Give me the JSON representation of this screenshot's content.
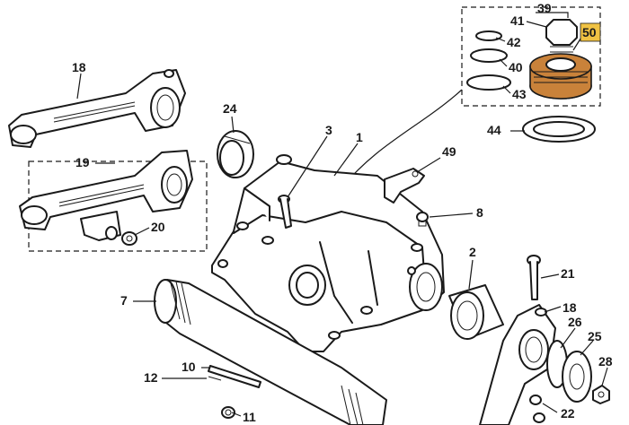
{
  "diagram": {
    "highlight_color": "#f0c243",
    "highlight_part_color": "#c9823a",
    "callouts": {
      "c1": "1",
      "c2": "2",
      "c3": "3",
      "c7": "7",
      "c8": "8",
      "c10": "10",
      "c11": "11",
      "c12": "12",
      "c18a": "18",
      "c18b": "18",
      "c19": "19",
      "c20": "20",
      "c21": "21",
      "c22": "22",
      "c24": "24",
      "c25": "25",
      "c26": "26",
      "c28": "28",
      "c39": "39",
      "c40": "40",
      "c41": "41",
      "c42": "42",
      "c43": "43",
      "c44": "44",
      "c49": "49",
      "c50": "50"
    },
    "highlighted_callout": "50"
  }
}
